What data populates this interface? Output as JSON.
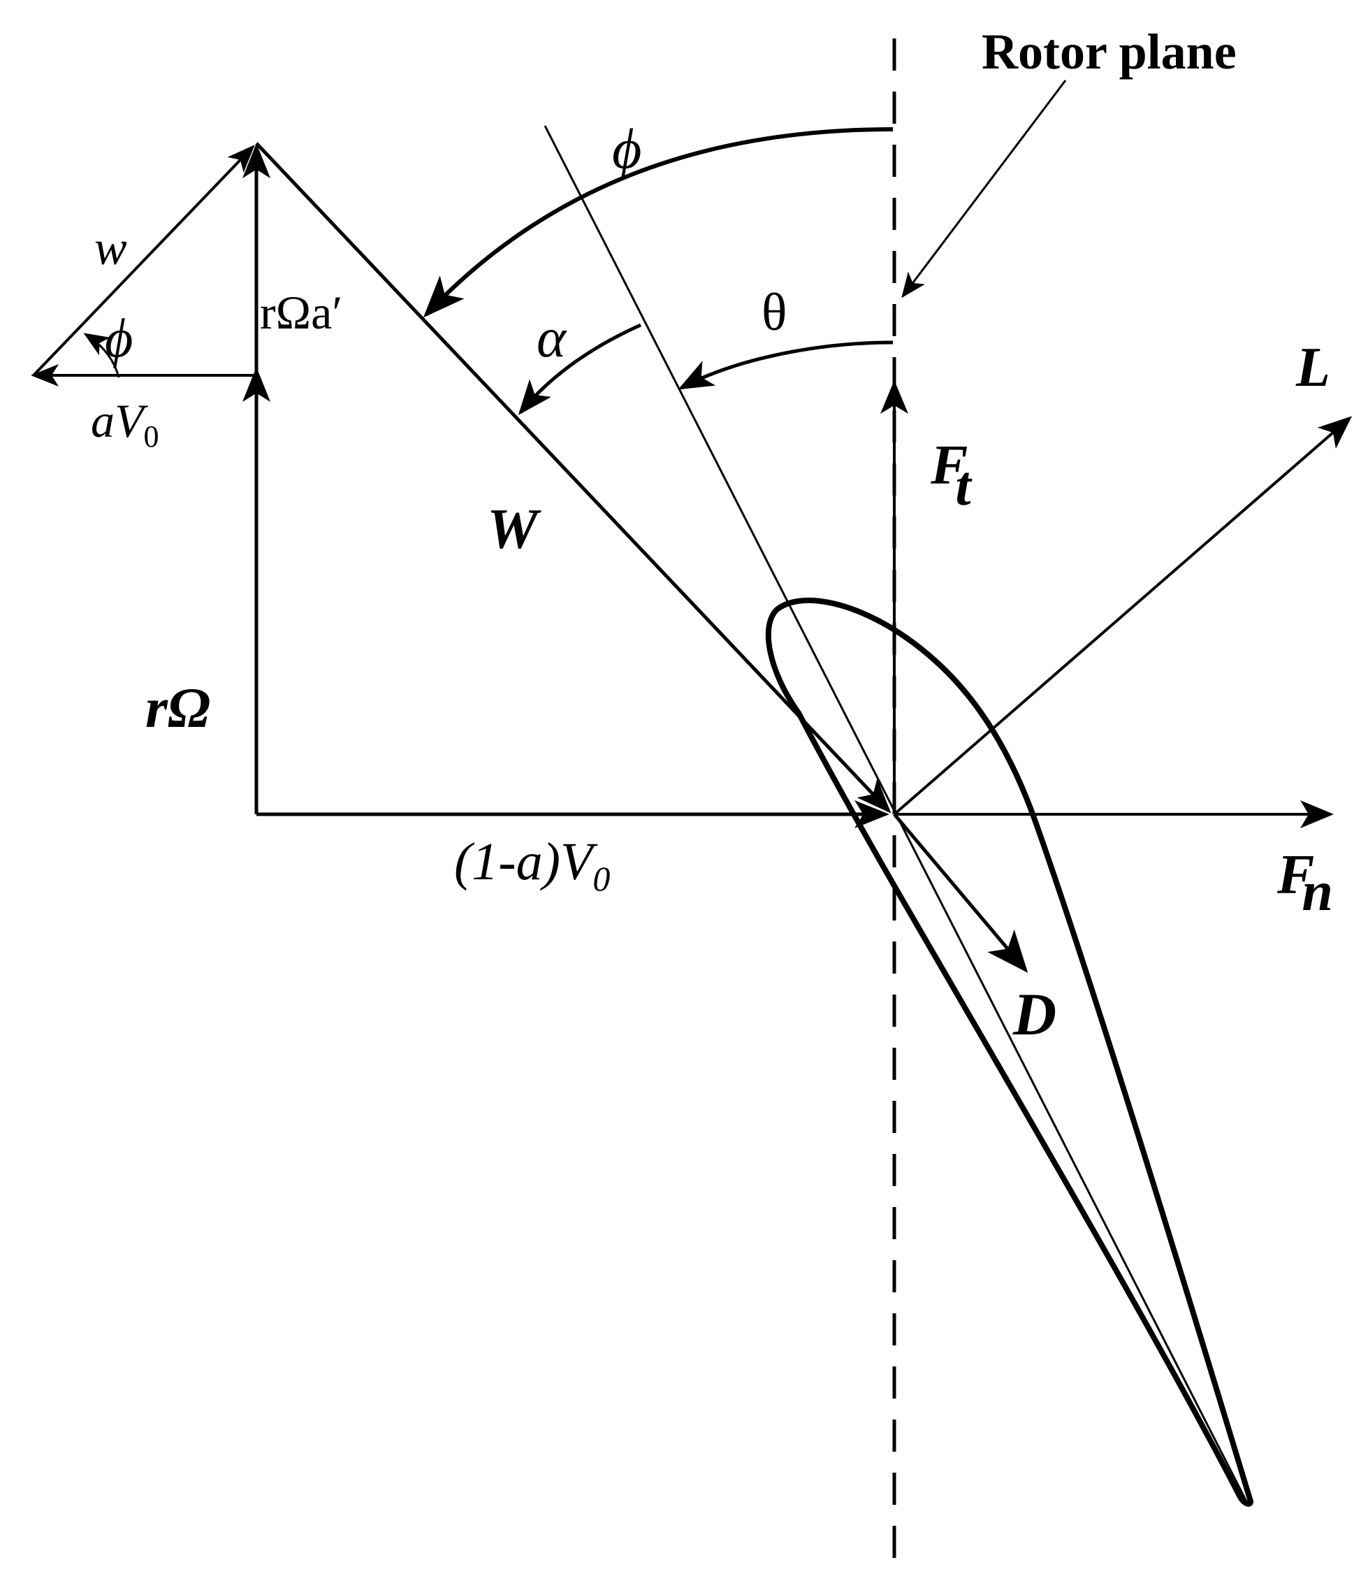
{
  "labels": {
    "rotor_plane": "Rotor plane",
    "phi_top": "ϕ",
    "phi_small": "ϕ",
    "theta": "θ",
    "alpha": "α",
    "w_small": "w",
    "r_omega_a_prime": "rΩa′",
    "a_v0": "aV",
    "a_v0_sub": "0",
    "W_big": "W",
    "r_omega": "rΩ",
    "one_minus_a_v0": "(1-a)V",
    "one_minus_a_v0_sub": "0",
    "L": "L",
    "D": "D",
    "Ft": "F",
    "Ft_sub": "t",
    "Fn": "F",
    "Fn_sub": "n"
  },
  "colors": {
    "ink": "#000000",
    "background": "#ffffff"
  }
}
